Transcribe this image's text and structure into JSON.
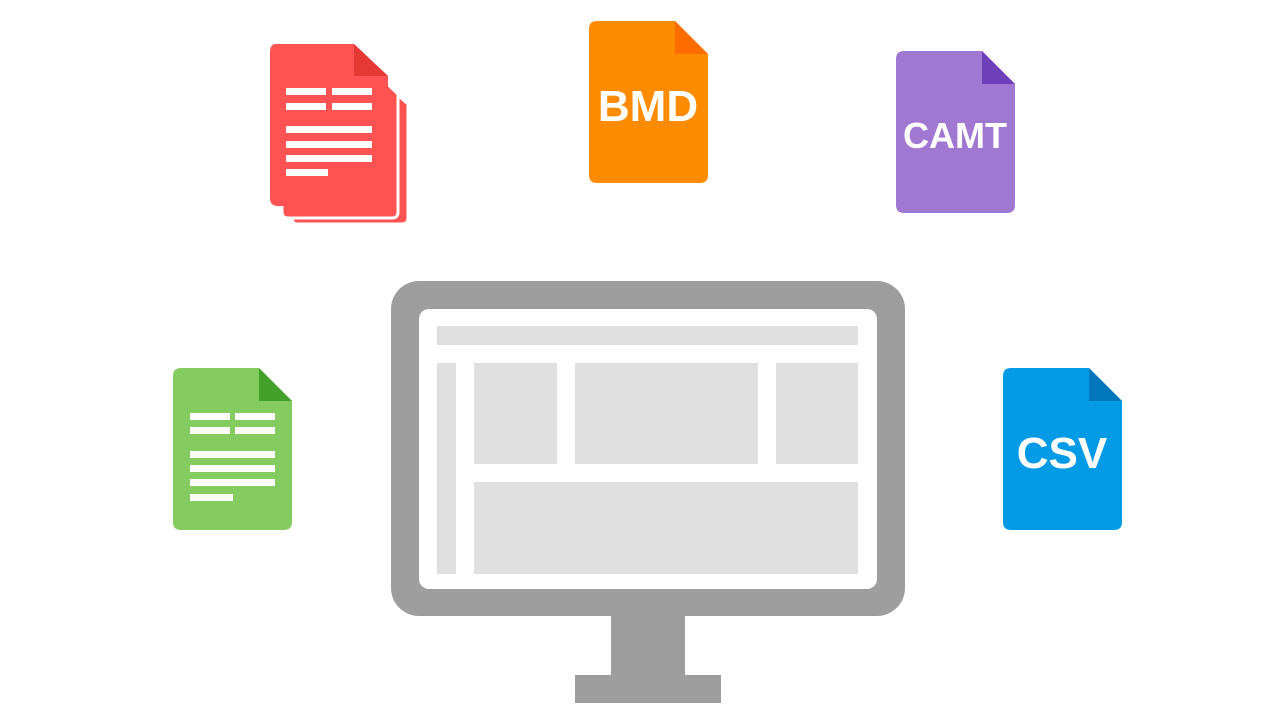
{
  "colors": {
    "document_red": "#ff5252",
    "document_red_fold": "#e53935",
    "bmd_orange": "#ff8c00",
    "bmd_fold": "#ff6d00",
    "camt_purple": "#a178d1",
    "camt_fold": "#6e3fb8",
    "green": "#84cc5f",
    "green_fold": "#43a02b",
    "csv_blue": "#039be5",
    "csv_fold": "#0277bd",
    "monitor_gray": "#9e9e9e",
    "screen_panel": "#e0e0e0"
  },
  "files": {
    "stack": {
      "icon": "stacked-document-icon"
    },
    "bmd": {
      "icon": "file-icon",
      "label": "BMD"
    },
    "camt": {
      "icon": "file-icon",
      "label": "CAMT"
    },
    "green": {
      "icon": "document-icon"
    },
    "csv": {
      "icon": "file-icon",
      "label": "CSV"
    }
  },
  "monitor": {
    "icon": "monitor-icon"
  }
}
